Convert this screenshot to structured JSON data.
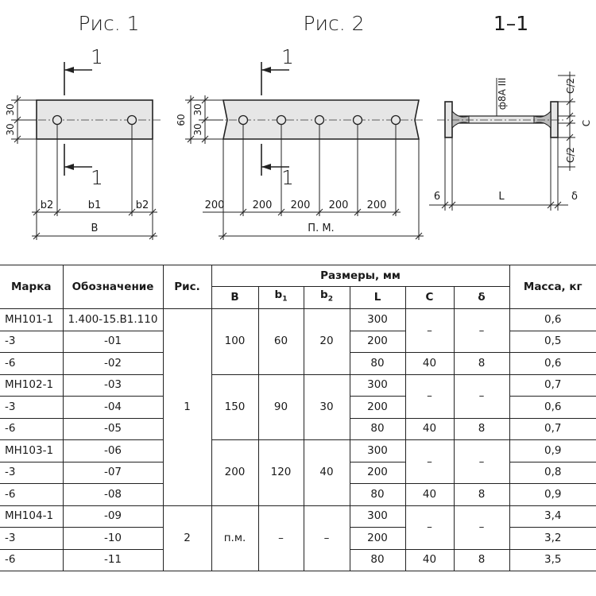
{
  "figures": {
    "fig1_title": "Рис. 1",
    "fig2_title": "Рис. 2",
    "section_title": "1–1",
    "cut_label": "1",
    "fig1": {
      "vert_dims": [
        "30",
        "30"
      ],
      "b2": "b2",
      "b1": "b1",
      "b": "B"
    },
    "fig2": {
      "height": "60",
      "vert_dims": [
        "30",
        "30"
      ],
      "spacings": [
        "200",
        "200",
        "200",
        "200",
        "200"
      ],
      "total": "П. М."
    },
    "section": {
      "rebar": "ф8А III",
      "c_half": "С/2",
      "c": "С",
      "six": "6",
      "length": "L",
      "delta": "δ"
    }
  },
  "table": {
    "headers": {
      "mark": "Марка",
      "designation": "Обозначение",
      "figure": "Рис.",
      "dims": "Размеры, мм",
      "mass": "Масса, кг",
      "b": "В",
      "b1": "b",
      "b1_sub": "1",
      "b2": "b",
      "b2_sub": "2",
      "l": "L",
      "c": "С",
      "delta": "δ"
    },
    "groups": [
      {
        "b": "100",
        "b1": "60",
        "b2": "20",
        "rows": [
          {
            "mark": "МН101-1",
            "designation": "1.400-15.В1.110",
            "l": "300",
            "c": "–",
            "delta": "–",
            "mass": "0,6"
          },
          {
            "mark": "-3",
            "designation": "-01",
            "l": "200",
            "mass": "0,5"
          },
          {
            "mark": "-6",
            "designation": "-02",
            "l": "80",
            "c": "40",
            "delta": "8",
            "mass": "0,6"
          }
        ]
      },
      {
        "b": "150",
        "b1": "90",
        "b2": "30",
        "rows": [
          {
            "mark": "МН102-1",
            "designation": "-03",
            "l": "300",
            "c": "–",
            "delta": "–",
            "mass": "0,7"
          },
          {
            "mark": "-3",
            "designation": "-04",
            "l": "200",
            "mass": "0,6"
          },
          {
            "mark": "-6",
            "designation": "-05",
            "l": "80",
            "c": "40",
            "delta": "8",
            "mass": "0,7"
          }
        ]
      },
      {
        "b": "200",
        "b1": "120",
        "b2": "40",
        "rows": [
          {
            "mark": "МН103-1",
            "designation": "-06",
            "l": "300",
            "c": "–",
            "delta": "–",
            "mass": "0,9"
          },
          {
            "mark": "-3",
            "designation": "-07",
            "l": "200",
            "mass": "0,8"
          },
          {
            "mark": "-6",
            "designation": "-08",
            "l": "80",
            "c": "40",
            "delta": "8",
            "mass": "0,9"
          }
        ]
      },
      {
        "b": "п.м.",
        "b1": "–",
        "b2": "–",
        "rows": [
          {
            "mark": "МН104-1",
            "designation": "-09",
            "l": "300",
            "c": "–",
            "delta": "–",
            "mass": "3,4"
          },
          {
            "mark": "-3",
            "designation": "-10",
            "l": "200",
            "mass": "3,2"
          },
          {
            "mark": "-6",
            "designation": "-11",
            "l": "80",
            "c": "40",
            "delta": "8",
            "mass": "3,5"
          }
        ]
      }
    ],
    "fig_numbers": [
      "1",
      "2"
    ]
  }
}
